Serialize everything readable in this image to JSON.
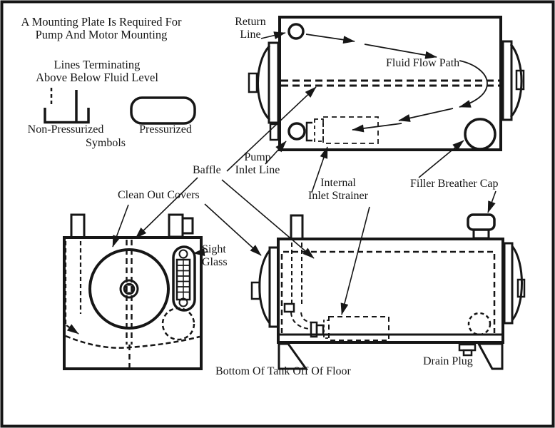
{
  "diagram_title": "Hydraulic Reservoir / Tank Construction Diagram",
  "colors": {
    "ink": "#161616",
    "background": "#ffffff"
  },
  "labels": {
    "note": "A Mounting Plate Is Required For\nPump And Motor Mounting",
    "legend_title": "Lines Terminating\nAbove Below Fluid Level",
    "non_pressurized": "Non-Pressurized",
    "symbols": "Symbols",
    "pressurized": "Pressurized",
    "return_line": "Return\nLine",
    "fluid_flow_path": "Fluid Flow Path",
    "baffle": "Baffle",
    "pump_inlet_line": "Pump\nInlet Line",
    "internal_inlet_strainer": "Internal\nInlet Strainer",
    "filler_breather_cap": "Filler Breather Cap",
    "clean_out_covers": "Clean Out Covers",
    "sight_glass": "Sight\nGlass",
    "drain_plug": "Drain Plug",
    "caption": "Bottom Of Tank Off Of Floor"
  }
}
